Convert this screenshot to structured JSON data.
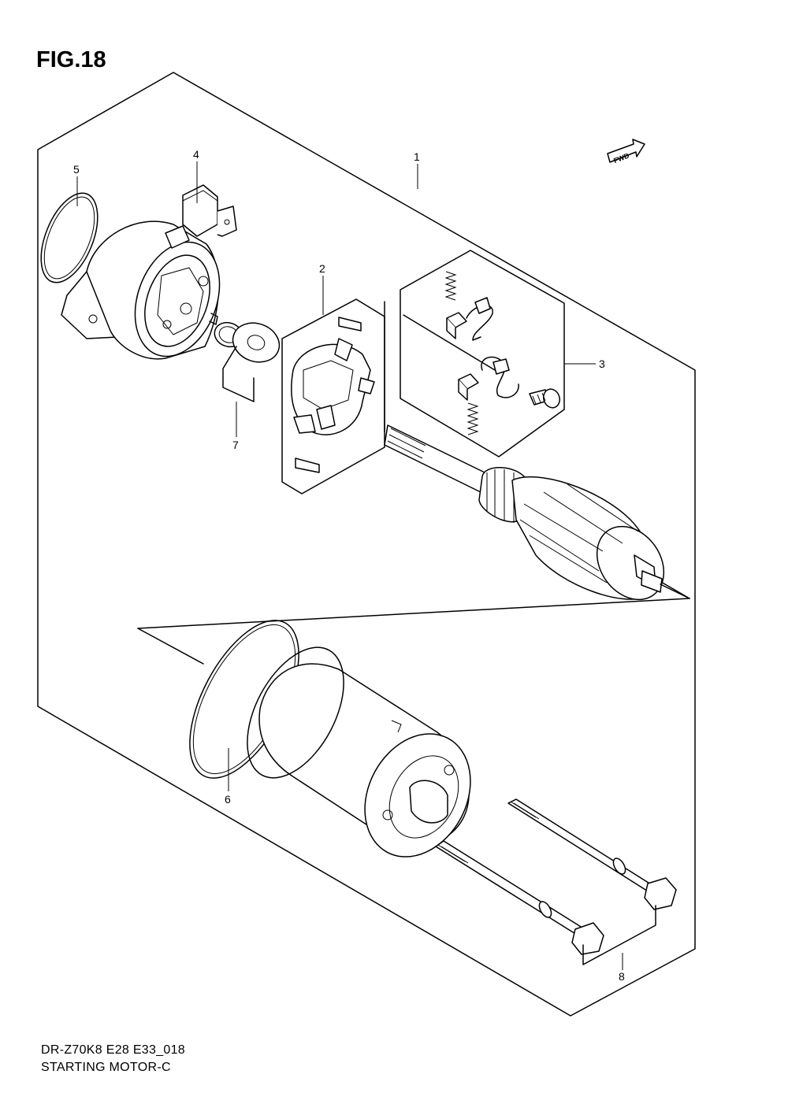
{
  "figure": {
    "title": "FIG.18",
    "fwd_label": "FWD",
    "callouts": {
      "p1": "1",
      "p2": "2",
      "p3": "3",
      "p4": "4",
      "p5": "5",
      "p6": "6",
      "p7": "7",
      "p8": "8"
    }
  },
  "footer": {
    "code": "DR-Z70K8 E28 E33_018",
    "name": "STARTING MOTOR-C"
  }
}
